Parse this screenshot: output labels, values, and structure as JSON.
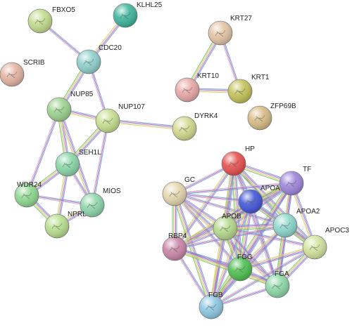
{
  "network": {
    "nodes": [
      {
        "id": "FBXO5",
        "label": "FBXO5",
        "color": "#c4dc8e"
      },
      {
        "id": "KLHL25",
        "label": "KLHL25",
        "color": "#3fb59a"
      },
      {
        "id": "CDC20",
        "label": "CDC20",
        "color": "#8fd0cc"
      },
      {
        "id": "SCRIB",
        "label": "SCRIB",
        "color": "#e4b4a2"
      },
      {
        "id": "NUP85",
        "label": "NUP85",
        "color": "#9ed38f"
      },
      {
        "id": "NUP107",
        "label": "NUP107",
        "color": "#c7df8f"
      },
      {
        "id": "SEH1L",
        "label": "SEH1L",
        "color": "#8ad6a8"
      },
      {
        "id": "WDR24",
        "label": "WDR24",
        "color": "#8fd891"
      },
      {
        "id": "MIOS",
        "label": "MIOS",
        "color": "#8fd6ac"
      },
      {
        "id": "NPRL",
        "label": "NPRL",
        "color": "#b8de8e"
      },
      {
        "id": "KRT27",
        "label": "KRT27",
        "color": "#e3c4a4"
      },
      {
        "id": "KRT10",
        "label": "KRT10",
        "color": "#e9a9a8"
      },
      {
        "id": "KRT1",
        "label": "KRT1",
        "color": "#c3c25a"
      },
      {
        "id": "DYRK4",
        "label": "DYRK4",
        "color": "#d5d98e"
      },
      {
        "id": "ZFP69B",
        "label": "ZFP69B",
        "color": "#d8bb86"
      },
      {
        "id": "HP",
        "label": "HP",
        "color": "#e6504f"
      },
      {
        "id": "TF",
        "label": "TF",
        "color": "#9e86dc"
      },
      {
        "id": "GC",
        "label": "GC",
        "color": "#e5d6ad"
      },
      {
        "id": "APOA",
        "label": "APOA",
        "color": "#4456d8"
      },
      {
        "id": "APOB",
        "label": "APOB",
        "color": "#b4d88c"
      },
      {
        "id": "APOA2",
        "label": "APOA2",
        "color": "#8ed7cc"
      },
      {
        "id": "APOC3",
        "label": "APOC3",
        "color": "#d4e39e"
      },
      {
        "id": "RBP4",
        "label": "RBP4",
        "color": "#c986a8"
      },
      {
        "id": "FGG",
        "label": "FGG",
        "color": "#4cc050"
      },
      {
        "id": "FGA",
        "label": "FGA",
        "color": "#8ed8a8"
      },
      {
        "id": "FGB",
        "label": "FGB",
        "color": "#8ec8e4"
      }
    ],
    "edges": [
      [
        "FBXO5",
        "CDC20"
      ],
      [
        "KLHL25",
        "CDC20"
      ],
      [
        "CDC20",
        "NUP85"
      ],
      [
        "CDC20",
        "NUP107"
      ],
      [
        "NUP85",
        "NUP107"
      ],
      [
        "NUP85",
        "SEH1L"
      ],
      [
        "NUP85",
        "WDR24"
      ],
      [
        "NUP85",
        "MIOS"
      ],
      [
        "NUP107",
        "SEH1L"
      ],
      [
        "NUP107",
        "MIOS"
      ],
      [
        "NUP107",
        "DYRK4"
      ],
      [
        "SEH1L",
        "WDR24"
      ],
      [
        "SEH1L",
        "MIOS"
      ],
      [
        "SEH1L",
        "NPRL"
      ],
      [
        "WDR24",
        "NPRL"
      ],
      [
        "WDR24",
        "MIOS"
      ],
      [
        "MIOS",
        "NPRL"
      ],
      [
        "KRT27",
        "KRT10"
      ],
      [
        "KRT27",
        "KRT1"
      ],
      [
        "KRT10",
        "KRT1"
      ],
      [
        "HP",
        "TF"
      ],
      [
        "HP",
        "GC"
      ],
      [
        "HP",
        "APOA"
      ],
      [
        "HP",
        "APOB"
      ],
      [
        "HP",
        "APOA2"
      ],
      [
        "HP",
        "RBP4"
      ],
      [
        "HP",
        "FGG"
      ],
      [
        "HP",
        "FGA"
      ],
      [
        "HP",
        "FGB"
      ],
      [
        "HP",
        "APOC3"
      ],
      [
        "TF",
        "GC"
      ],
      [
        "TF",
        "APOA"
      ],
      [
        "TF",
        "APOB"
      ],
      [
        "TF",
        "APOA2"
      ],
      [
        "TF",
        "APOC3"
      ],
      [
        "TF",
        "RBP4"
      ],
      [
        "TF",
        "FGG"
      ],
      [
        "TF",
        "FGA"
      ],
      [
        "TF",
        "FGB"
      ],
      [
        "GC",
        "APOA"
      ],
      [
        "GC",
        "APOB"
      ],
      [
        "GC",
        "RBP4"
      ],
      [
        "GC",
        "FGG"
      ],
      [
        "GC",
        "FGA"
      ],
      [
        "GC",
        "FGB"
      ],
      [
        "GC",
        "APOA2"
      ],
      [
        "APOA",
        "APOB"
      ],
      [
        "APOA",
        "APOA2"
      ],
      [
        "APOA",
        "APOC3"
      ],
      [
        "APOA",
        "RBP4"
      ],
      [
        "APOA",
        "FGG"
      ],
      [
        "APOA",
        "FGA"
      ],
      [
        "APOA",
        "FGB"
      ],
      [
        "APOB",
        "APOA2"
      ],
      [
        "APOB",
        "APOC3"
      ],
      [
        "APOB",
        "RBP4"
      ],
      [
        "APOB",
        "FGG"
      ],
      [
        "APOB",
        "FGA"
      ],
      [
        "APOB",
        "FGB"
      ],
      [
        "APOA2",
        "APOC3"
      ],
      [
        "APOA2",
        "RBP4"
      ],
      [
        "APOA2",
        "FGG"
      ],
      [
        "APOA2",
        "FGA"
      ],
      [
        "APOA2",
        "FGB"
      ],
      [
        "APOC3",
        "FGG"
      ],
      [
        "APOC3",
        "FGA"
      ],
      [
        "APOC3",
        "FGB"
      ],
      [
        "RBP4",
        "FGG"
      ],
      [
        "RBP4",
        "FGA"
      ],
      [
        "RBP4",
        "FGB"
      ],
      [
        "FGG",
        "FGA"
      ],
      [
        "FGG",
        "FGB"
      ],
      [
        "FGA",
        "FGB"
      ]
    ],
    "edge_colors": [
      "#6a9fd8",
      "#c65fbf",
      "#c4c4c4",
      "#d7d35a",
      "#6fbf6a",
      "#3a3a3a"
    ]
  }
}
